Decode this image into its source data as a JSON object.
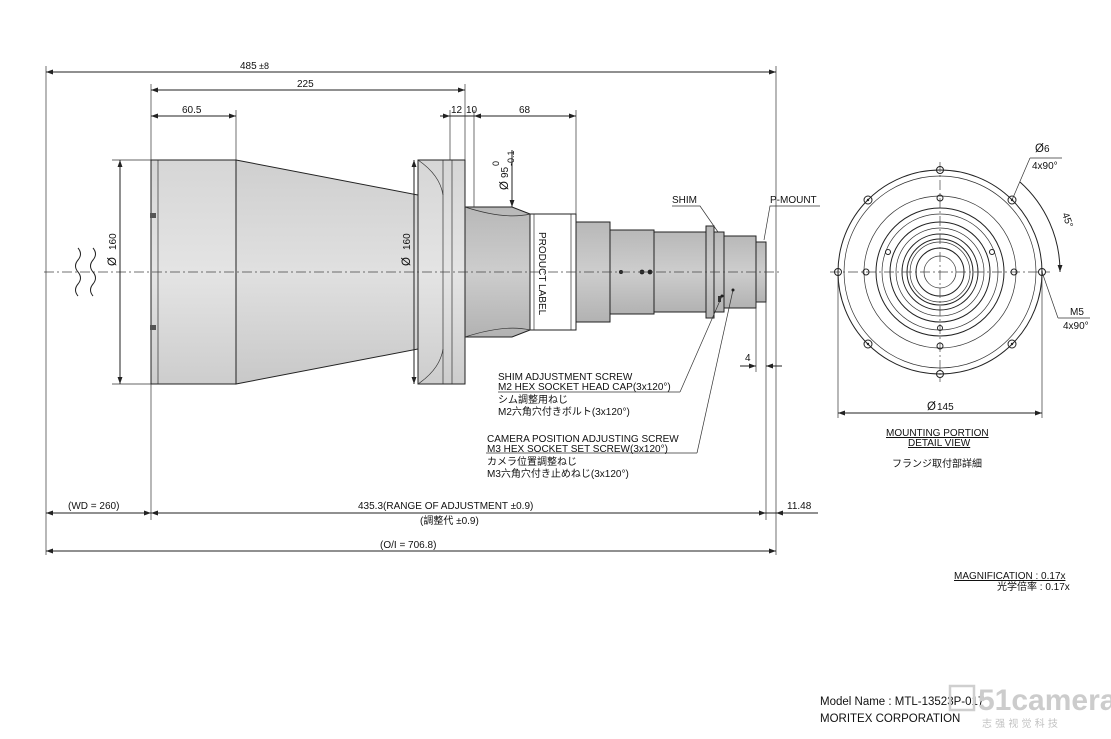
{
  "dimensions": {
    "total_length": "485",
    "total_length_tol": "±8",
    "front_length": "225",
    "front_barrel": "60.5",
    "flange_a": "12",
    "flange_b": "10",
    "rear_length": "68",
    "dia_front": "160",
    "dia_flange": "160",
    "dia_rear": "95",
    "dia_rear_tol_upper": "0",
    "dia_rear_tol_lower": "-0.1",
    "mount_gap": "4",
    "flange_dia": "145",
    "hole_a_dia": "6",
    "hole_a_count": "4x90°",
    "hole_angle": "45°",
    "hole_b_thread": "M5",
    "hole_b_count": "4x90°",
    "diameter_symbol": "Ø"
  },
  "labels": {
    "product_label": "PRODUCT LABEL",
    "shim": "SHIM",
    "p_mount": "P-MOUNT"
  },
  "notes": {
    "shim_line1": "SHIM ADJUSTMENT SCREW",
    "shim_line2": "M2 HEX SOCKET HEAD CAP(3x120°)",
    "shim_line3": "シム調整用ねじ",
    "shim_line4": "M2六角穴付きボルト(3x120°)",
    "cam_line1": "CAMERA POSITION ADJUSTING SCREW",
    "cam_line2": "M3 HEX SOCKET SET SCREW(3x120°)",
    "cam_line3": "カメラ位置調整ねじ",
    "cam_line4": "M3六角穴付き止めねじ(3x120°)"
  },
  "bottom_dims": {
    "wd": "(WD = 260)",
    "range": "435.3(RANGE OF ADJUSTMENT  ±0.9)",
    "range_jp": "(調整代  ±0.9)",
    "back": "11.48",
    "oi": "(O/I = 706.8)"
  },
  "detail": {
    "title1": "MOUNTING PORTION",
    "title2": "DETAIL VIEW",
    "title_jp": "フランジ取付部詳細"
  },
  "magnification": {
    "line1": "MAGNIFICATION : 0.17x",
    "line2": "光学倍率 : 0.17x"
  },
  "title_block": {
    "model_name": "Model Name : MTL-13523P-017",
    "company": "MORITEX CORPORATION"
  },
  "watermark": {
    "brand": "51camera",
    "tagline": "志 强 视 觉 科 技"
  }
}
